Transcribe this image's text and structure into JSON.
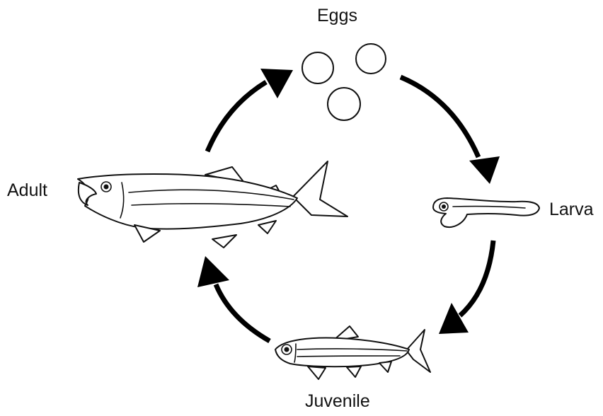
{
  "stages": {
    "eggs": "Eggs",
    "larva": "Larva",
    "juvenile": "Juvenile",
    "adult": "Adult"
  }
}
